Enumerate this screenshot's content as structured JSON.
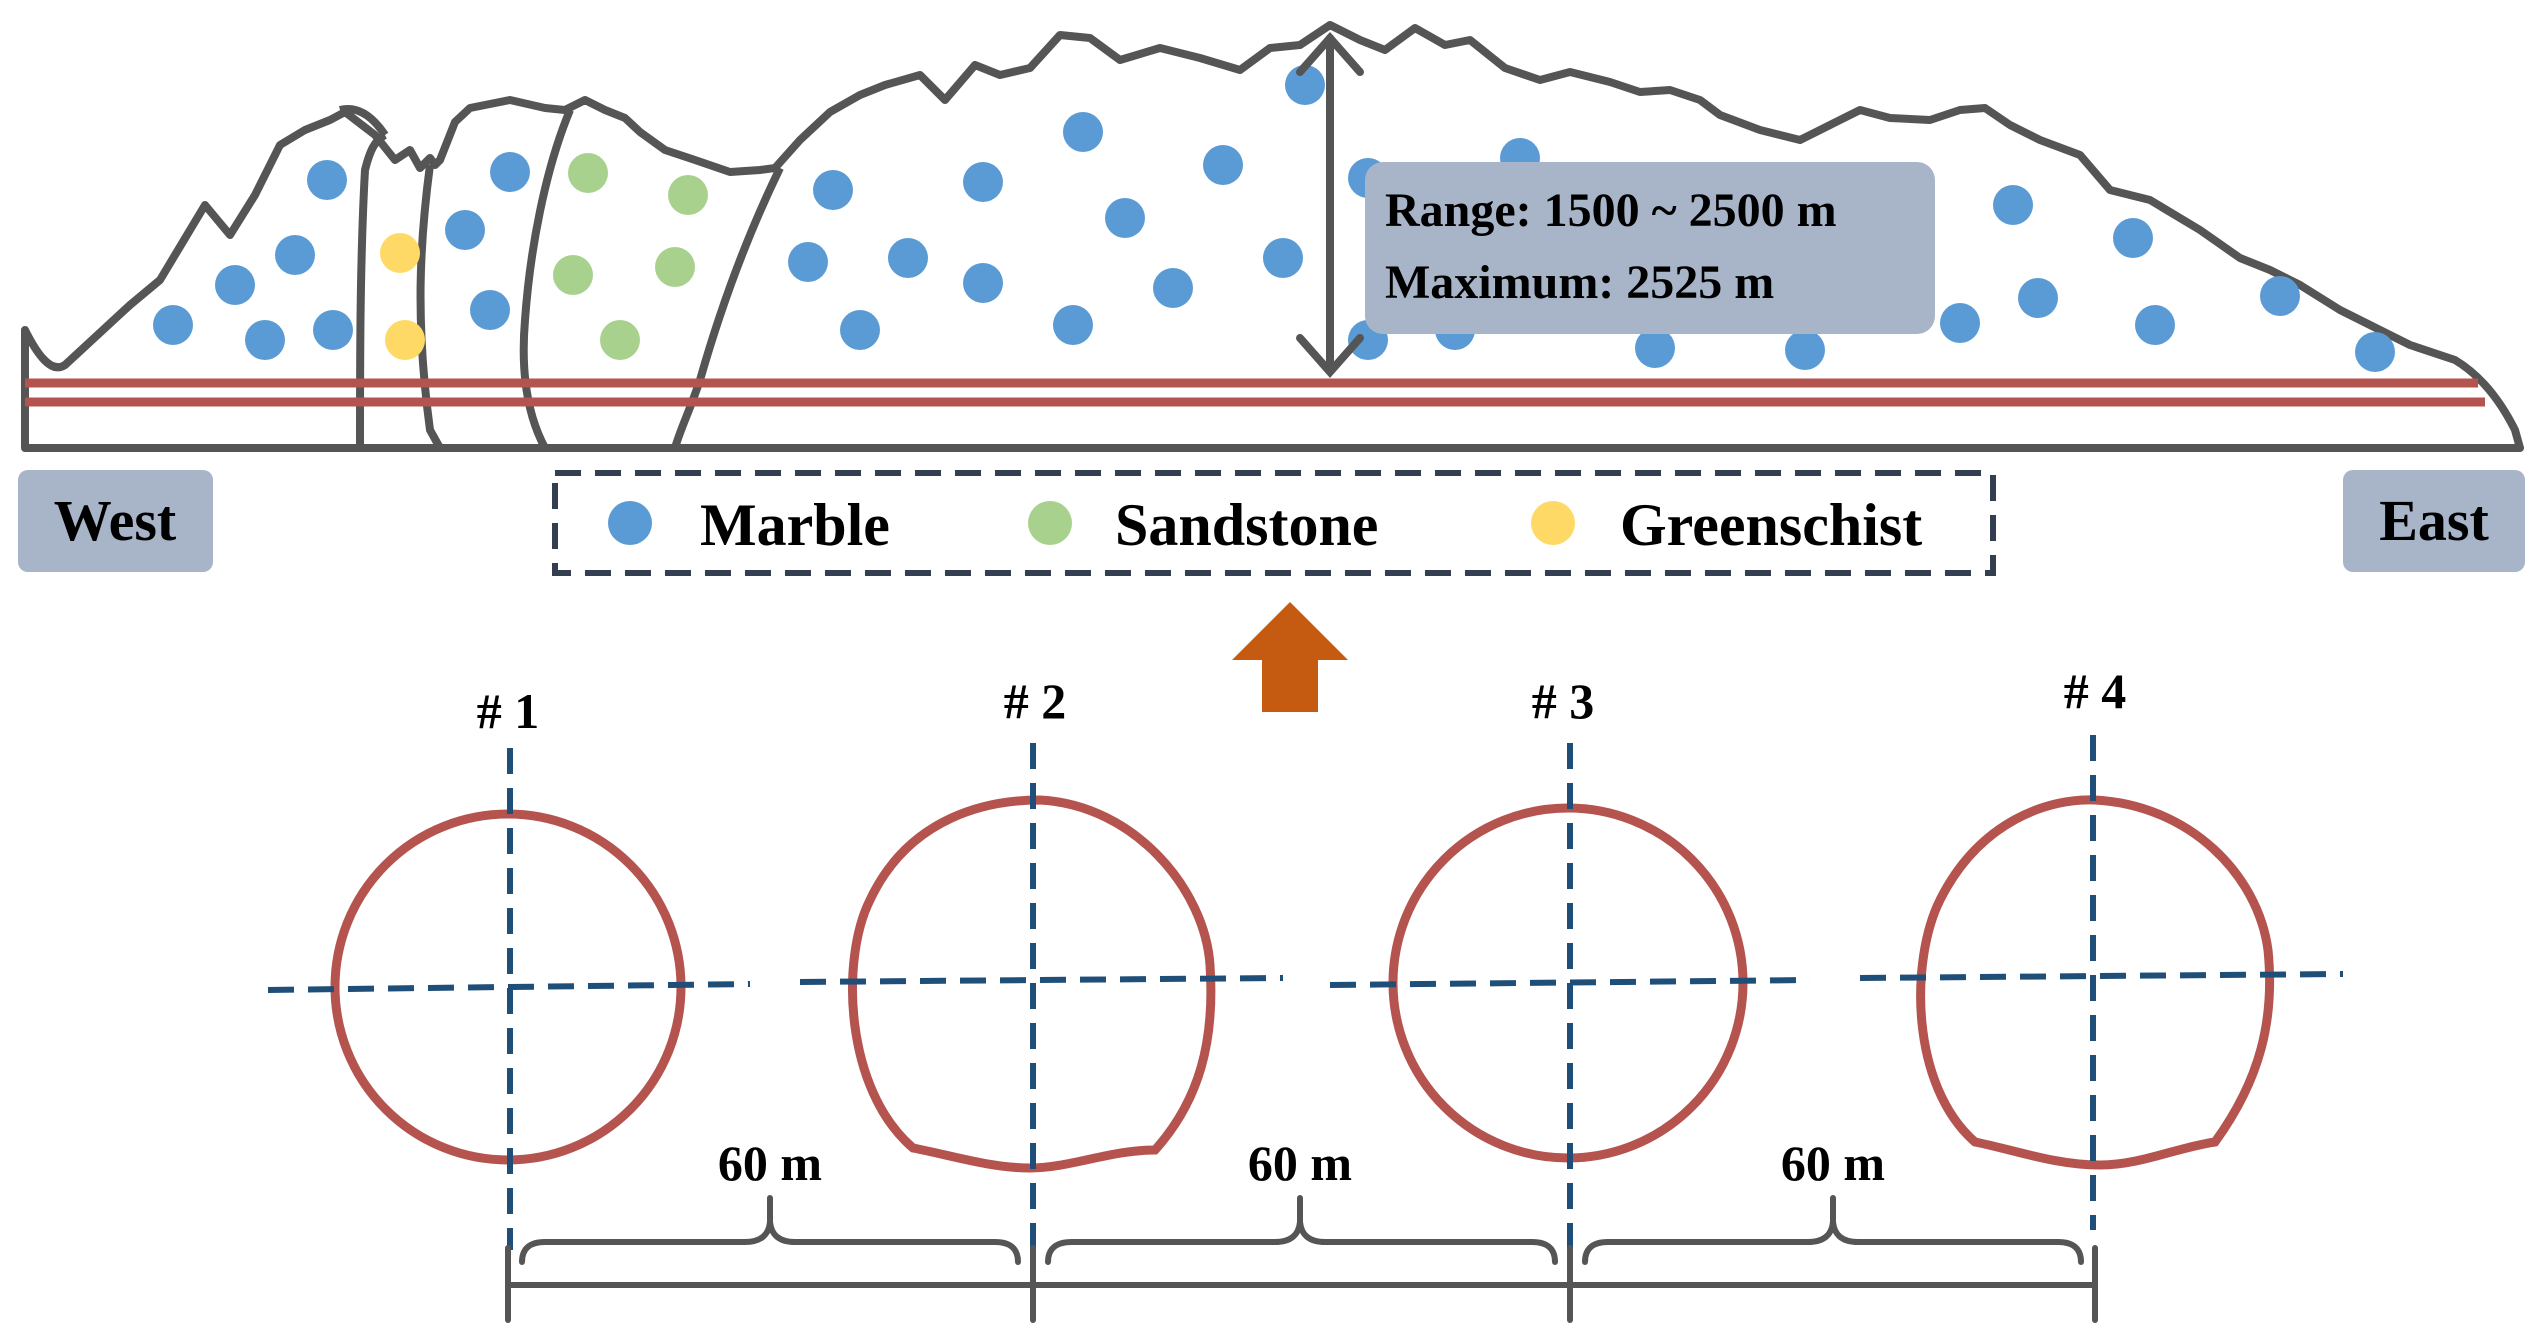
{
  "colors": {
    "outline": "#555555",
    "tunnel": "#b5544f",
    "axis": "#1f4e79",
    "box": "#a8b4c8",
    "arrow_up": "#c55a11",
    "marble": "#5b9bd5",
    "sandstone": "#a9d18e",
    "greenschist": "#ffd966"
  },
  "cross_section": {
    "west_label": "West",
    "east_label": "East",
    "depth_box": {
      "line1": "Range: 1500 ~ 2500 m",
      "line2": "Maximum: 2525 m"
    }
  },
  "legend": {
    "items": [
      {
        "label": "Marble",
        "color": "#5b9bd5"
      },
      {
        "label": "Sandstone",
        "color": "#a9d18e"
      },
      {
        "label": "Greenschist",
        "color": "#ffd966"
      }
    ]
  },
  "tunnels": [
    {
      "label": "# 1",
      "shape": "circle"
    },
    {
      "label": "# 2",
      "shape": "horseshoe"
    },
    {
      "label": "# 3",
      "shape": "circle"
    },
    {
      "label": "# 4",
      "shape": "horseshoe"
    }
  ],
  "spacings": [
    {
      "label": "60 m"
    },
    {
      "label": "60 m"
    },
    {
      "label": "60 m"
    }
  ]
}
